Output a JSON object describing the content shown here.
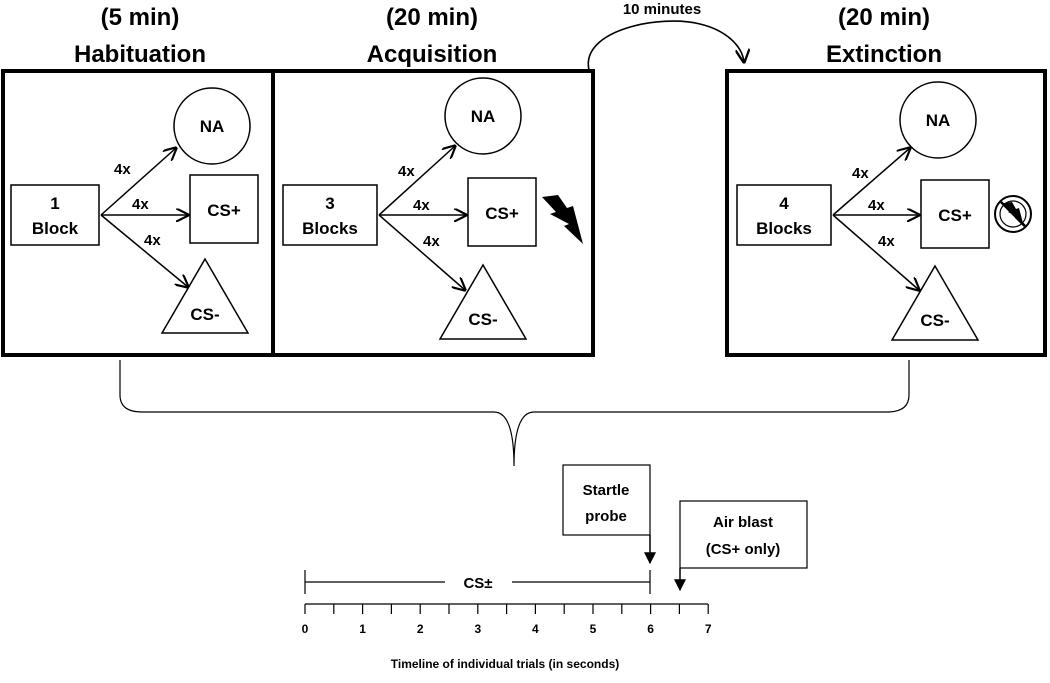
{
  "phases": [
    {
      "duration": "(5 min)",
      "name": "Habituation",
      "blocks_line1": "1",
      "blocks_line2": "Block",
      "shock": "none",
      "stimuli": {
        "na": "NA",
        "csplus": "CS+",
        "csminus": "CS-"
      },
      "repeats": [
        "4x",
        "4x",
        "4x"
      ]
    },
    {
      "duration": "(20 min)",
      "name": "Acquisition",
      "blocks_line1": "3",
      "blocks_line2": "Blocks",
      "shock": "present",
      "stimuli": {
        "na": "NA",
        "csplus": "CS+",
        "csminus": "CS-"
      },
      "repeats": [
        "4x",
        "4x",
        "4x"
      ]
    },
    {
      "duration": "(20 min)",
      "name": "Extinction",
      "blocks_line1": "4",
      "blocks_line2": "Blocks",
      "shock": "absent",
      "stimuli": {
        "na": "NA",
        "csplus": "CS+",
        "csminus": "CS-"
      },
      "repeats": [
        "4x",
        "4x",
        "4x"
      ]
    }
  ],
  "break_label": "10 minutes",
  "timeline": {
    "ticks": [
      "0",
      "1",
      "2",
      "3",
      "4",
      "5",
      "6",
      "7"
    ],
    "cs_label": "CS±",
    "startle_line1": "Startle",
    "startle_line2": "probe",
    "airblast_line1": "Air blast",
    "airblast_line2": "(CS+ only)",
    "caption": "Timeline of individual trials (in seconds)"
  },
  "icons": {
    "shock": "lightning-bolt-icon",
    "no_shock": "no-shock-icon"
  }
}
